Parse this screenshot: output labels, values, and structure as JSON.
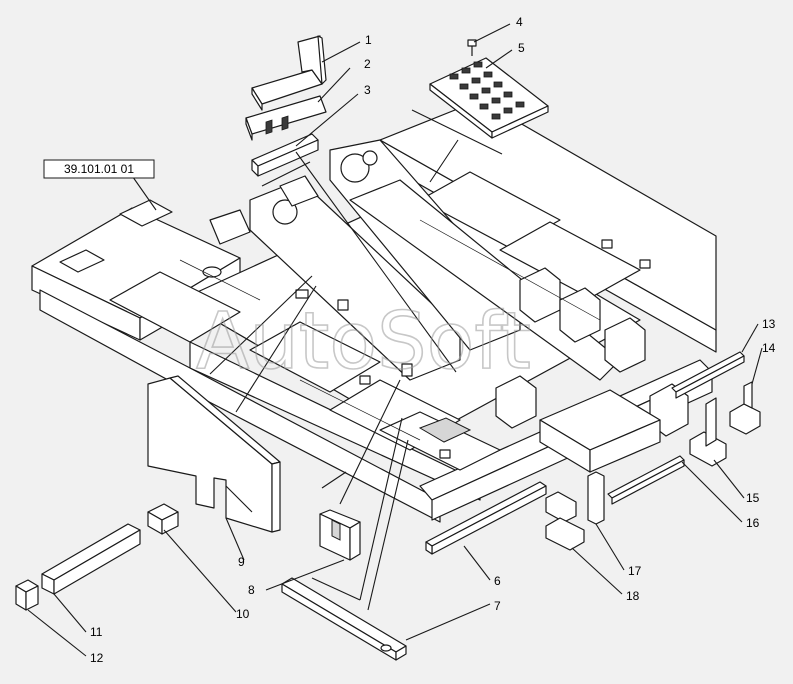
{
  "reference_box": "39.101.01 01",
  "watermark": "AutoSoft",
  "callouts": [
    "1",
    "2",
    "3",
    "4",
    "5",
    "6",
    "7",
    "8",
    "9",
    "10",
    "11",
    "12",
    "13",
    "14",
    "15",
    "16",
    "17",
    "18"
  ],
  "colors": {
    "line": "#1a1a1a",
    "part_fill": "#ffffff",
    "background": "#f1f1f1"
  }
}
